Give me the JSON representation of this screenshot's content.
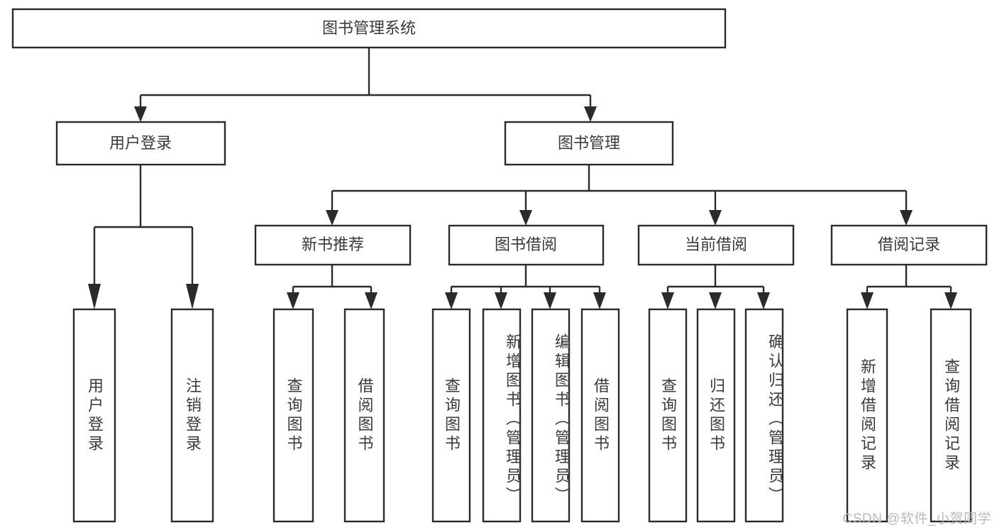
{
  "diagram": {
    "title": "图书管理系统",
    "type": "tree-hierarchy-diagram",
    "colors": {
      "box_stroke": "#2b2b2b",
      "box_fill": "#ffffff",
      "text": "#3a3a3a",
      "background": "#ffffff",
      "watermark": "#b9b9b9"
    },
    "root": {
      "label": "图书管理系统"
    },
    "level2": [
      {
        "label": "用户登录"
      },
      {
        "label": "图书管理"
      }
    ],
    "level3": [
      {
        "label": "新书推荐"
      },
      {
        "label": "图书借阅"
      },
      {
        "label": "当前借阅"
      },
      {
        "label": "借阅记录"
      }
    ],
    "leaves": {
      "user_login": [
        {
          "label": "用户登录"
        },
        {
          "label": "注销登录"
        }
      ],
      "new_book_recommend": [
        {
          "label": "查询图书"
        },
        {
          "label": "借阅图书"
        }
      ],
      "book_borrow": [
        {
          "label": "查询图书"
        },
        {
          "label": "新增图书（管理员）"
        },
        {
          "label": "编辑图书（管理员）"
        },
        {
          "label": "借阅图书"
        }
      ],
      "current_borrow": [
        {
          "label": "查询图书"
        },
        {
          "label": "归还图书"
        },
        {
          "label": "确认归还（管理员）"
        }
      ],
      "borrow_record": [
        {
          "label": "新增借阅记录"
        },
        {
          "label": "查询借阅记录"
        }
      ]
    },
    "watermark": "CSDN @软件_小贺同学"
  }
}
